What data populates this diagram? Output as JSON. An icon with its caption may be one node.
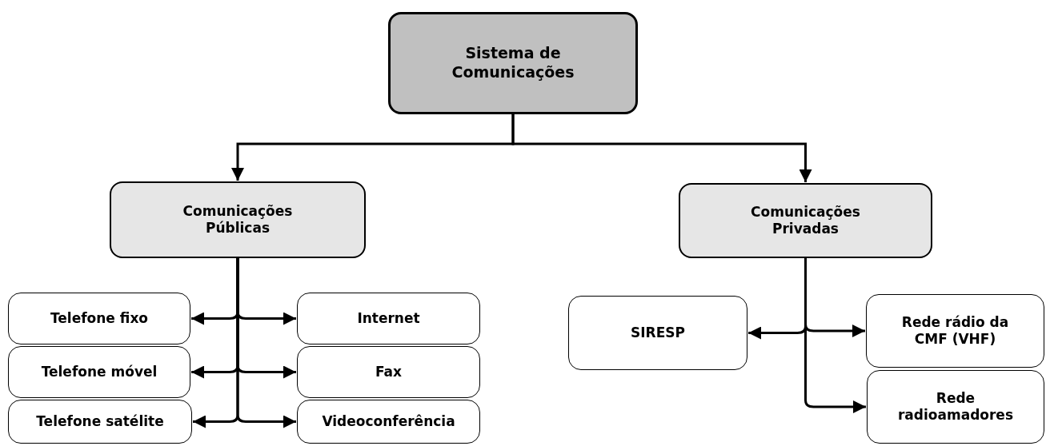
{
  "diagram": {
    "nodes": [
      {
        "text": [
          "Sistema de Comunicações"
        ]
      },
      {
        "text": [
          "Comunicações Públicas"
        ]
      },
      {
        "text": [
          "Comunicações Privadas"
        ]
      },
      {
        "text": [
          "Telefone fixo"
        ]
      },
      {
        "text": [
          "Telefone móvel"
        ]
      },
      {
        "text": [
          "Telefone satélite"
        ]
      },
      {
        "text": [
          "Internet"
        ]
      },
      {
        "text": [
          "Fax"
        ]
      },
      {
        "text": [
          "Videoconferência"
        ]
      },
      {
        "text": [
          "SIRESP"
        ]
      },
      {
        "text": [
          "Rede rádio da CMF (VHF)"
        ]
      },
      {
        "text": [
          "Rede radioamadores"
        ]
      }
    ],
    "edges": [
      {
        "from": 0,
        "to": 1,
        "arrow": "to"
      },
      {
        "from": 0,
        "to": 2,
        "arrow": "to"
      },
      {
        "from": 1,
        "to": 3,
        "arrow": "to"
      },
      {
        "from": 1,
        "to": 4,
        "arrow": "to"
      },
      {
        "from": 1,
        "to": 5,
        "arrow": "to"
      },
      {
        "from": 1,
        "to": 6,
        "arrow": "to"
      },
      {
        "from": 1,
        "to": 7,
        "arrow": "to"
      },
      {
        "from": 1,
        "to": 8,
        "arrow": "to"
      },
      {
        "from": 2,
        "to": 9,
        "arrow": "to"
      },
      {
        "from": 2,
        "to": 10,
        "arrow": "to"
      },
      {
        "from": 2,
        "to": 11,
        "arrow": "to"
      }
    ]
  }
}
